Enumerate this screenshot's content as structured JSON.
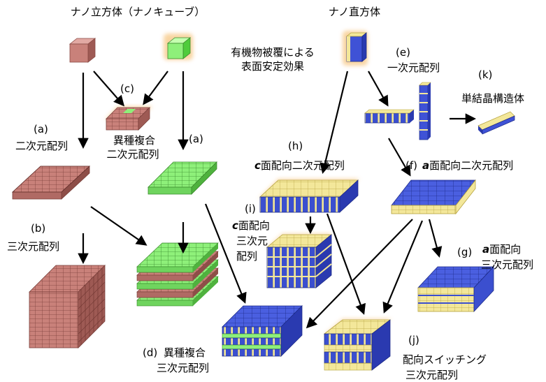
{
  "titles": {
    "nanocube": "ナノ立方体（ナノキューブ）",
    "nanocuboid": "ナノ直方体",
    "surface_effect_line1": "有機物被覆による",
    "surface_effect_line2": "表面安定効果"
  },
  "labels": {
    "a_left_tag": "(a)",
    "a_left_text": "二次元配列",
    "a_right_tag": "(a)",
    "b_tag": "(b)",
    "b_text": "三次元配列",
    "c_tag": "(c)",
    "c_text1": "異種複合",
    "c_text2": "二次元配列",
    "d_tag": "(d)",
    "d_text1": "異種複合",
    "d_text2": "三次元配列",
    "e_tag": "(e)",
    "e_text": "一次元配列",
    "k_tag": "(k)",
    "k_text": "単結晶構造体",
    "h_tag": "(h)",
    "h_italic": "c",
    "h_text": "面配向二次元配列",
    "f_tag": "(f)",
    "f_italic": "a",
    "f_text": "面配向二次元配列",
    "i_tag": "(i)",
    "i_italic": "c",
    "i_text1": "面配向",
    "i_text2": "三次元",
    "i_text3": "配列",
    "g_tag": "(g)",
    "g_italic": "a",
    "g_text1": "面配向",
    "g_text2": "三次元配列",
    "j_tag": "(j)",
    "j_text1": "配向スイッチング",
    "j_text2": "三次元配列"
  },
  "colors": {
    "red_cube": "#c9817a",
    "green_cube": "#8ef07a",
    "blue_cube": "#3f52d6",
    "yellow_face": "#f3e79a",
    "glow": "#f6c37a"
  }
}
